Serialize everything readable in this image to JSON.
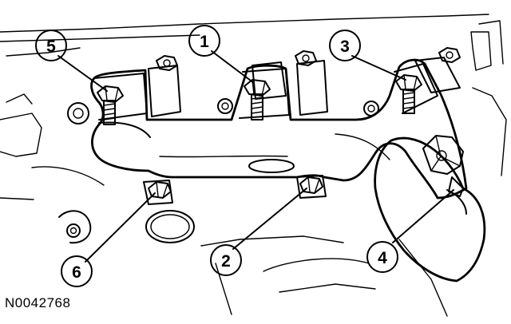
{
  "figure_id": "N0042768",
  "callouts": [
    {
      "id": "callout-1",
      "label": "1"
    },
    {
      "id": "callout-2",
      "label": "2"
    },
    {
      "id": "callout-3",
      "label": "3"
    },
    {
      "id": "callout-4",
      "label": "4"
    },
    {
      "id": "callout-5",
      "label": "5"
    },
    {
      "id": "callout-6",
      "label": "6"
    }
  ]
}
